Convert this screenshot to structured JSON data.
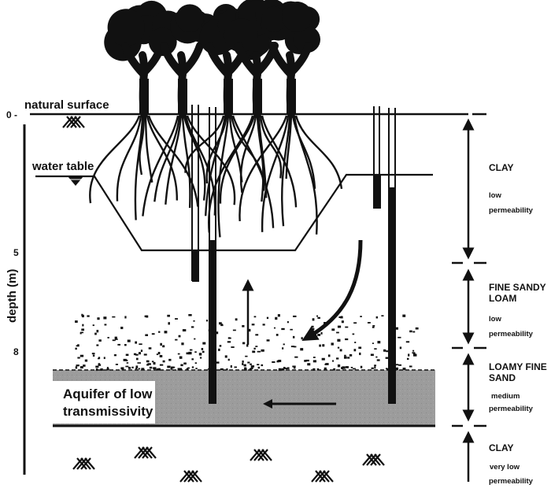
{
  "labels": {
    "natural_surface": "natural surface",
    "water_table": "water table",
    "depth_axis_title": "depth (m)",
    "aquifer_line1": "Aquifer of low",
    "aquifer_line2": "transmissivity"
  },
  "depth_ticks": [
    {
      "value": "0 -",
      "depth_m": 0
    },
    {
      "value": "5",
      "depth_m": 5
    },
    {
      "value": "8",
      "depth_m": 8
    }
  ],
  "layers": [
    {
      "name": "CLAY",
      "name_line2": "",
      "property_line1": "low",
      "property_line2": "permeability"
    },
    {
      "name": "FINE SANDY",
      "name_line2": "LOAM",
      "property_line1": "low",
      "property_line2": "permeability"
    },
    {
      "name": "LOAMY FINE",
      "name_line2": "SAND",
      "property_line1": "medium",
      "property_line2": "permeability"
    },
    {
      "name": "CLAY",
      "name_line2": "",
      "property_line1": "very low",
      "property_line2": "permeability"
    }
  ],
  "trees": {
    "count": 5
  },
  "colors": {
    "ink": "#111111",
    "aquifer_fill": "#9a9a9a",
    "label_box": "#ffffff"
  }
}
